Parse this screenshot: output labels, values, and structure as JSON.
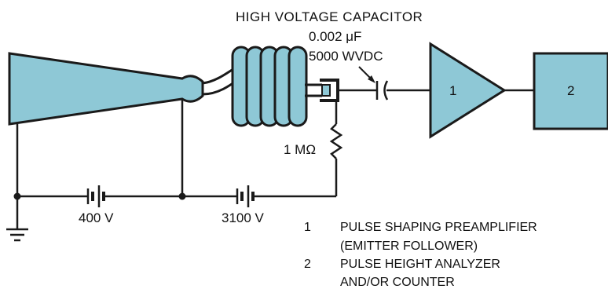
{
  "header": {
    "title": "HIGH VOLTAGE CAPACITOR",
    "cap_value": "0.002 μF",
    "cap_rating": "5000 WVDC"
  },
  "components": {
    "resistor_label": "1 MΩ",
    "battery1_label": "400 V",
    "battery2_label": "3100 V",
    "block1": "1",
    "block2": "2"
  },
  "legend": [
    {
      "num": "1",
      "line1": "PULSE SHAPING PREAMPLIFIER",
      "line2": "(EMITTER FOLLOWER)"
    },
    {
      "num": "2",
      "line1": "PULSE HEIGHT ANALYZER",
      "line2": "AND/OR COUNTER"
    }
  ],
  "colors": {
    "fill": "#8ec8d6",
    "stroke": "#1a1a1a",
    "background": "#ffffff"
  }
}
